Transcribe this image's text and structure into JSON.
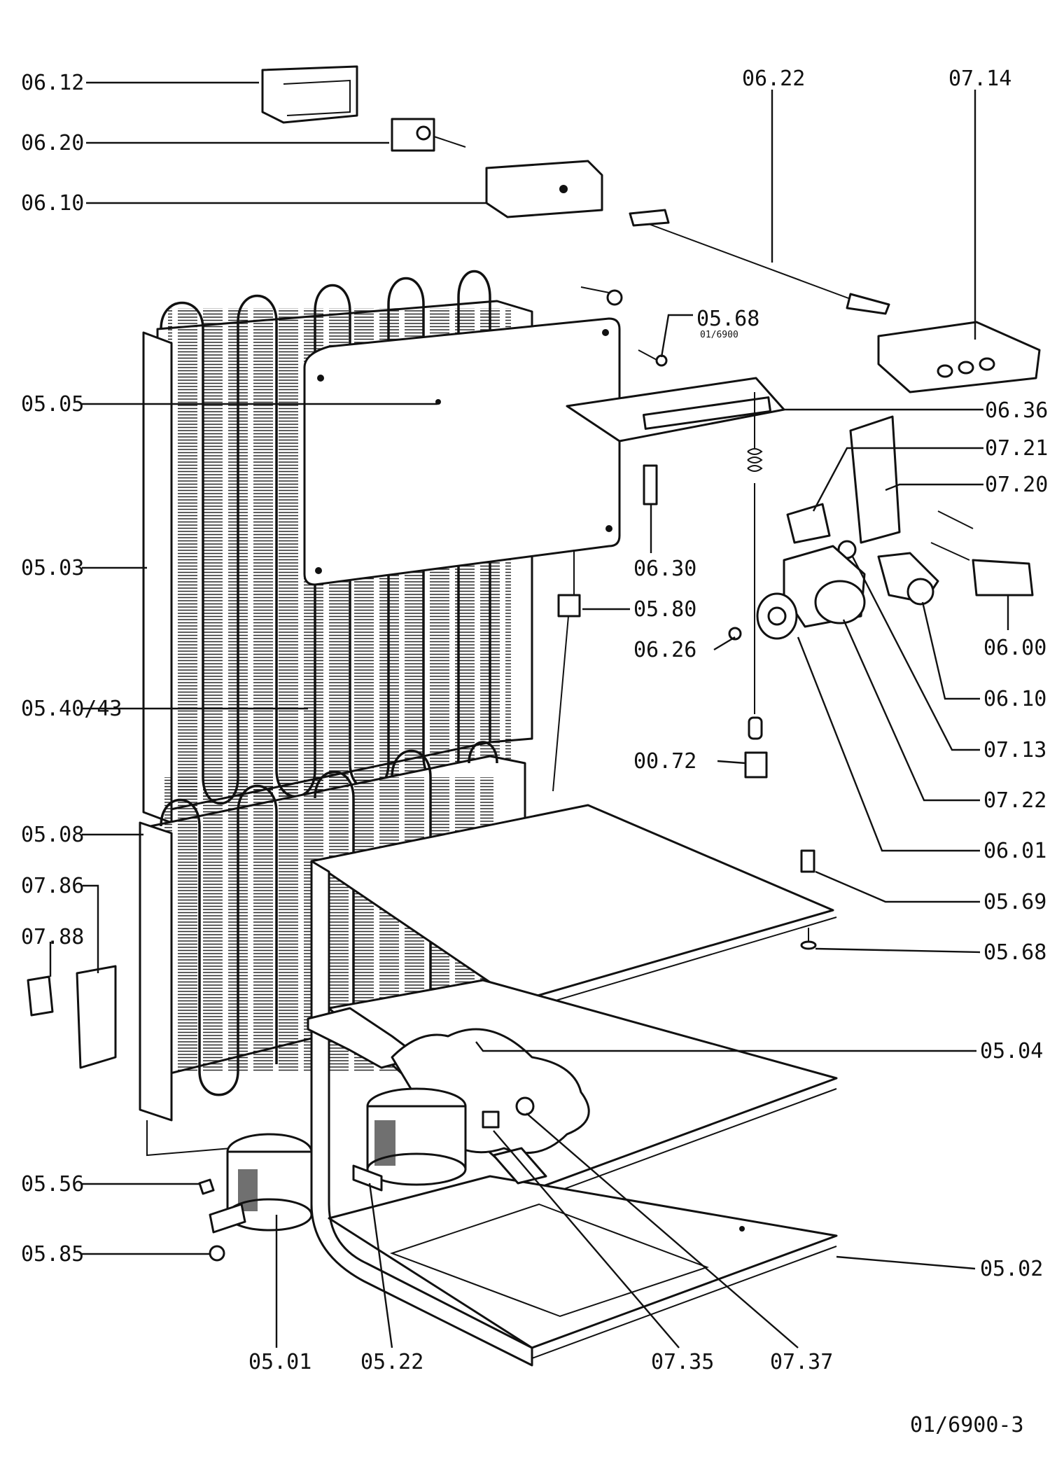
{
  "drawing_ref": "01/6900-3",
  "labels": {
    "l0612": "06.12",
    "l0620": "06.20",
    "l0610": "06.10",
    "l0622": "06.22",
    "l0714": "07.14",
    "l0568a": "05.68",
    "l0568a_sub": "01/6900",
    "l0505": "05.05",
    "l0636": "06.36",
    "l0721": "07.21",
    "l0720": "07.20",
    "l0503": "05.03",
    "l0630": "06.30",
    "l0580": "05.80",
    "l0626": "06.26",
    "l0600": "06.00",
    "l0610b": "06.10",
    "l054043": "05.40/43",
    "l0713": "07.13",
    "l0072": "00.72",
    "l0722": "07.22",
    "l0508": "05.08",
    "l0601": "06.01",
    "l0786": "07.86",
    "l0569": "05.69",
    "l0788": "07.88",
    "l0568b": "05.68",
    "l0504": "05.04",
    "l0556": "05.56",
    "l0502": "05.02",
    "l0585": "05.85",
    "l0501": "05.01",
    "l0522": "05.22",
    "l0735": "07.35",
    "l0737": "07.37"
  }
}
